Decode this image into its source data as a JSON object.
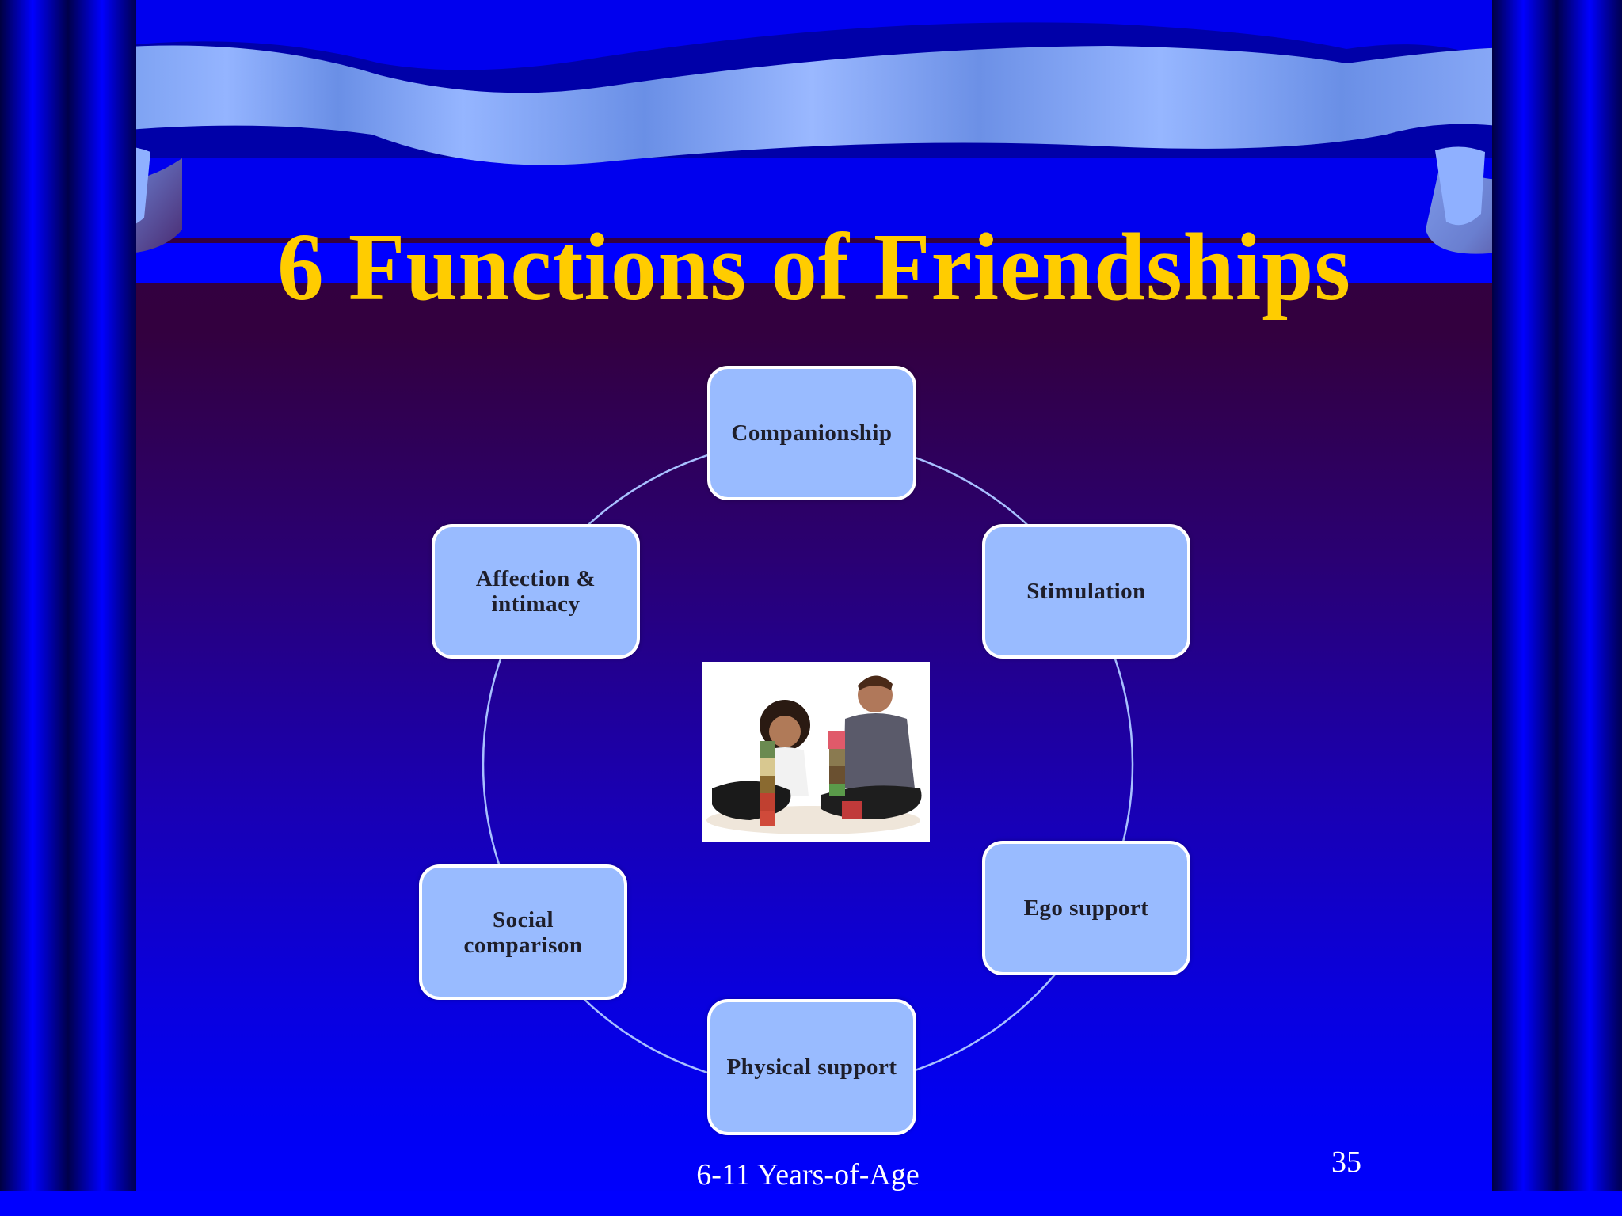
{
  "slide": {
    "title": "6 Functions of Friendships",
    "footer": "6-11 Years-of-Age",
    "page_number": "35"
  },
  "diagram": {
    "type": "cycle",
    "center_image": "children-playing-with-blocks-photo",
    "nodes": [
      {
        "label": "Companionship"
      },
      {
        "label": "Stimulation"
      },
      {
        "label": "Ego support"
      },
      {
        "label": "Physical support"
      },
      {
        "label": "Social comparison"
      },
      {
        "label": "Affection & intimacy"
      }
    ]
  },
  "colors": {
    "title": "#ffcc00",
    "node_fill": "#99bbff",
    "node_border": "#ffffff",
    "node_text": "#1e1e2a",
    "background_top": "#0000ee",
    "background_dark": "#33003f",
    "background_bottom": "#0000ff",
    "footer_text": "#ffffff"
  }
}
